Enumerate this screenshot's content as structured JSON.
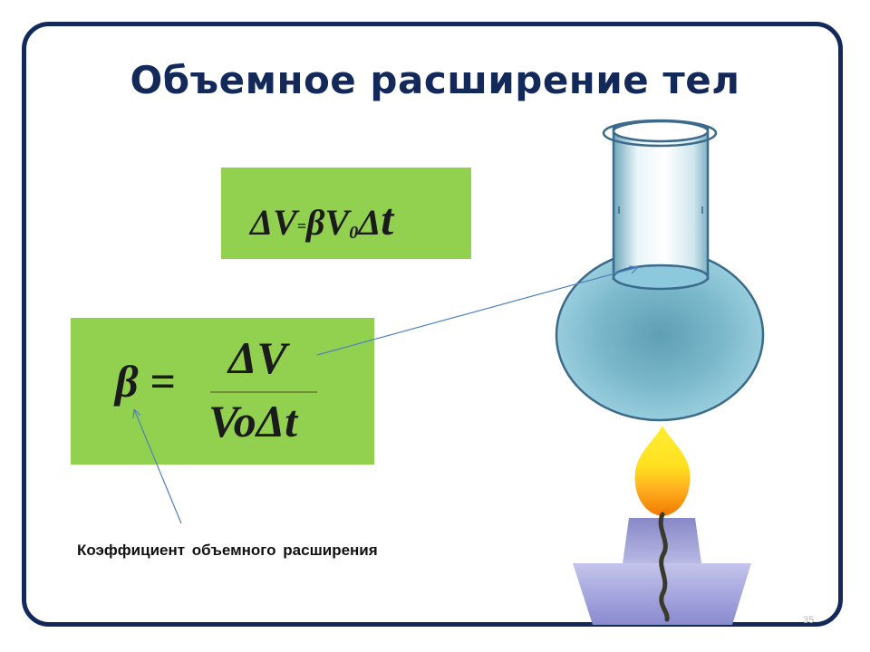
{
  "slide": {
    "title": "Объемное расширение тел",
    "page_number": "35"
  },
  "formula_1": {
    "delta_v": "ΔV",
    "equals": "=",
    "beta_v": "βV",
    "subscript": "0",
    "delta": "Δ",
    "t": "t"
  },
  "formula_2": {
    "lhs": "β =",
    "numerator": "ΔV",
    "denominator": "VoΔt"
  },
  "caption": "Коэффициент объемного расширения",
  "colors": {
    "frame": "#13295a",
    "title": "#13295a",
    "formula_box": "#92d050",
    "flask_fill": "#8fc7d8",
    "arrow": "#4f81bd"
  },
  "icons": [
    "flask-icon",
    "burner-icon",
    "flame-icon",
    "wick-icon"
  ]
}
